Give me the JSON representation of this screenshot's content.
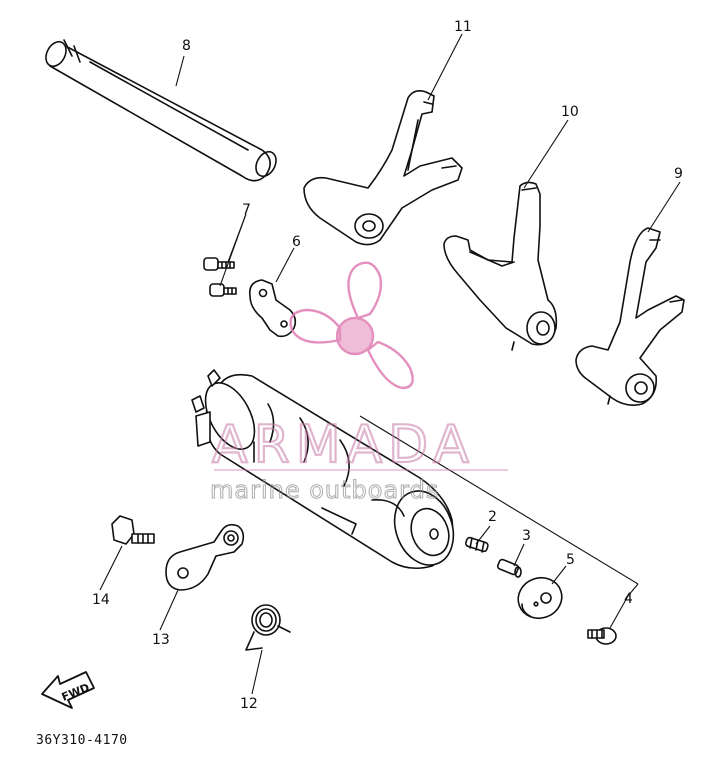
{
  "watermark": {
    "brand": "ARMADA",
    "tagline": "marine outboards",
    "color": "#e07db3"
  },
  "drawing_code": "36Y310-4170",
  "fwd_label": "FWD",
  "callouts": {
    "c1": "2",
    "c2": "3",
    "c3": "4",
    "c4": "5",
    "c5": "6",
    "c6": "7",
    "c7": "8",
    "c8": "9",
    "c9": "10",
    "c10": "11",
    "c11": "12",
    "c12": "13",
    "c13": "14"
  }
}
